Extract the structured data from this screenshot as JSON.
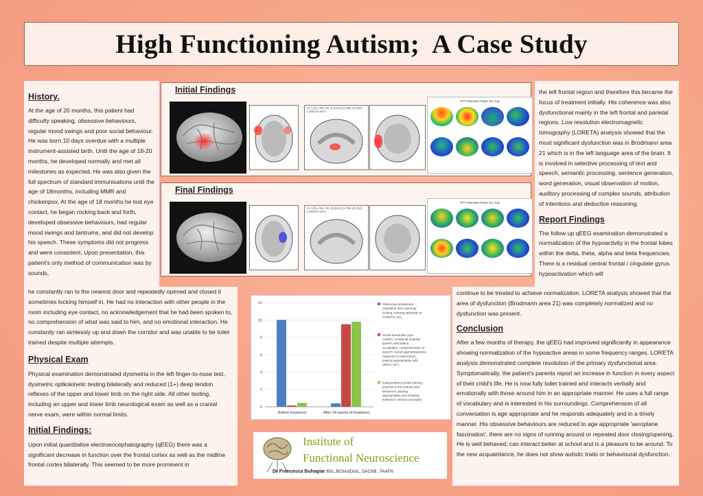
{
  "title": "High Functioning Autism;  A Case Study",
  "history": {
    "heading": "History.",
    "text": "At the age of 20 months, this patient had difficulty speaking, obsessive behaviours, regular mood swings and poor social behaviour. He was born 10 days overdue with a multiple instrument-assisted birth. Until the age of 18-20 months, he developed normally and met all milestones as expected. He was also given the full spectrum of standard immunisations until the age of 18months, including MMR and chickenpox. At the age of 18 months he lost eye contact, he began rocking back and forth, developed obsessive behaviours, had regular mood swings and tantrums, and did not develop his speech. These symptoms did not progress and were consistent. Upon presentation, this patient's only method of communication was by sounds,",
    "continued": "he constantly ran to the nearest door and repeatedly opened and closed it sometimes locking himself in. He had no interaction with other people in the room including eye contact, no acknowledgement that he had been spoken to, no comprehension of what was said to him, and no emotional interaction. He constantly ran aimlessly up and down the corridor and was unable to be toilet trained despite multiple attempts."
  },
  "physical_exam": {
    "heading": "Physical Exam",
    "text": "Physical examination demonstrated dysmetria in the left finger-to-nose test, dysmetric optkokinetic testing bilaterally and reduced (1+) deep tendon reflexes of the upper and lower limb on the right side. All other testing, including an upper and lower limb neurological exam as well as a cranial nerve exam, were within normal limits."
  },
  "initial_findings_text": {
    "heading": "Initial Findings:",
    "text": "Upon initial quantitative electroencephalography (qEEG) there was a significant decrease in function over the frontal cortex as well as the midline frontal cortex bilaterally. This seemed to be more prominent in"
  },
  "right_column": {
    "top_text": "the left frontal region and therefore this became the focus of treatment initially. His coherence was also dysfunctional mainly in the left frontal and parietal regions. Low resolution electromagnetic tomography (LORETA) analysis showed that the most significant dysfunction was in Brodmann area 21 which is in the left language area of the brain. It is involved in selective processing of text and speech, semantic processing, sentence generation, word generation, visual observation of motion, auditory processing of complex sounds, attribution of intentions and deductive reasoning.",
    "report_heading": "Report Findings",
    "report_text": "The follow up qEEG examination demonstrated a normalization of the hypoactivity in the frontal lobes within the delta, theta, alpha and beta frequencies.  There is a residual central frontal / cingulate gyrus hypoactivation which will",
    "report_continued": "continue to be treated to achieve normalization. LORETA analysis showed that the area of dysfunction (Brodmann area 21) was completely normalized and no dysfunction was present.",
    "conclusion_heading": "Conclusion",
    "conclusion_text": "After a few months of therapy, the qEEG had improved significantly in appearance showing normalization of the hypoactive areas in some frequency ranges.  LORETA analysis demonstrated complete resolution of the primary dysfunctional area. Symptomatically, the patient's parents report an increase in function in every aspect of their child's life. He is now fully toilet trained and interacts verbally and emotionally with those around him in an appropriate manner. He uses a full range of vocabulary and is interested in his surroundings.  Comprehension of all conversation is age appropriate and he responds adequately and in a timely manner. His obsessive behaviours are reduced to age appropriate 'aeroplane fascination', there are no signs of running around or repeated door closing/opening. He is well behaved, can interact better at school and is a pleasure to be around. To the new acquaintance, he does not show autistic traits or behavioural dysfunction."
  },
  "findings_panels": {
    "initial_label": "Initial Findings",
    "final_label": "Final Findings",
    "mri_header_initial": "(X,Y,Z)=(-52,-25,-5) [mm]   (2.56E-3)   (Rd)   LORETA-KEY",
    "mri_header_final": "(X,Y,Z)=(-52,-32,-5) [mm]   (1.78E-3)   (Rd)   LORETA-KEY",
    "topo_title_initial": "FFT Absolute Power (uV Sq)",
    "topo_title_final": "FFT Absolute Power (uV Sq)"
  },
  "chart_data": {
    "type": "bar",
    "categories": [
      "Before treatment",
      "After 24 weeks of treatment"
    ],
    "ylim": [
      0,
      12
    ],
    "yticks": [
      0,
      2,
      4,
      6,
      8,
      10,
      12
    ],
    "series": [
      {
        "name": "Obsessive behaviours (repetitive door opening/ closing, running aimlessly in corridors, etc)",
        "color": "#4a7fc8",
        "values": [
          10,
          0.4
        ]
      },
      {
        "name": "Social interaction (eye contact, emotional maturity, speech articulation, vocabulary, comprehension of speech, social appropriateness, response to instructions, playing appropriately with others, etc.)",
        "color": "#c84848",
        "values": [
          0.15,
          9.5
        ]
      },
      {
        "name": "Independence (toilet training, purpose to his actions and behaviour, playing appropriately and showing interest in various concepts)",
        "color": "#8ac44a",
        "values": [
          0.45,
          9.8
        ]
      }
    ]
  },
  "logo": {
    "line1": "Institute of",
    "line2": "Functional Neuroscience",
    "author": "Dr Francesca Buhagiar",
    "credentials": " BSc.,BChiro(Dist)., DACNB., FAAFN",
    "color": "#8a9a1a"
  }
}
